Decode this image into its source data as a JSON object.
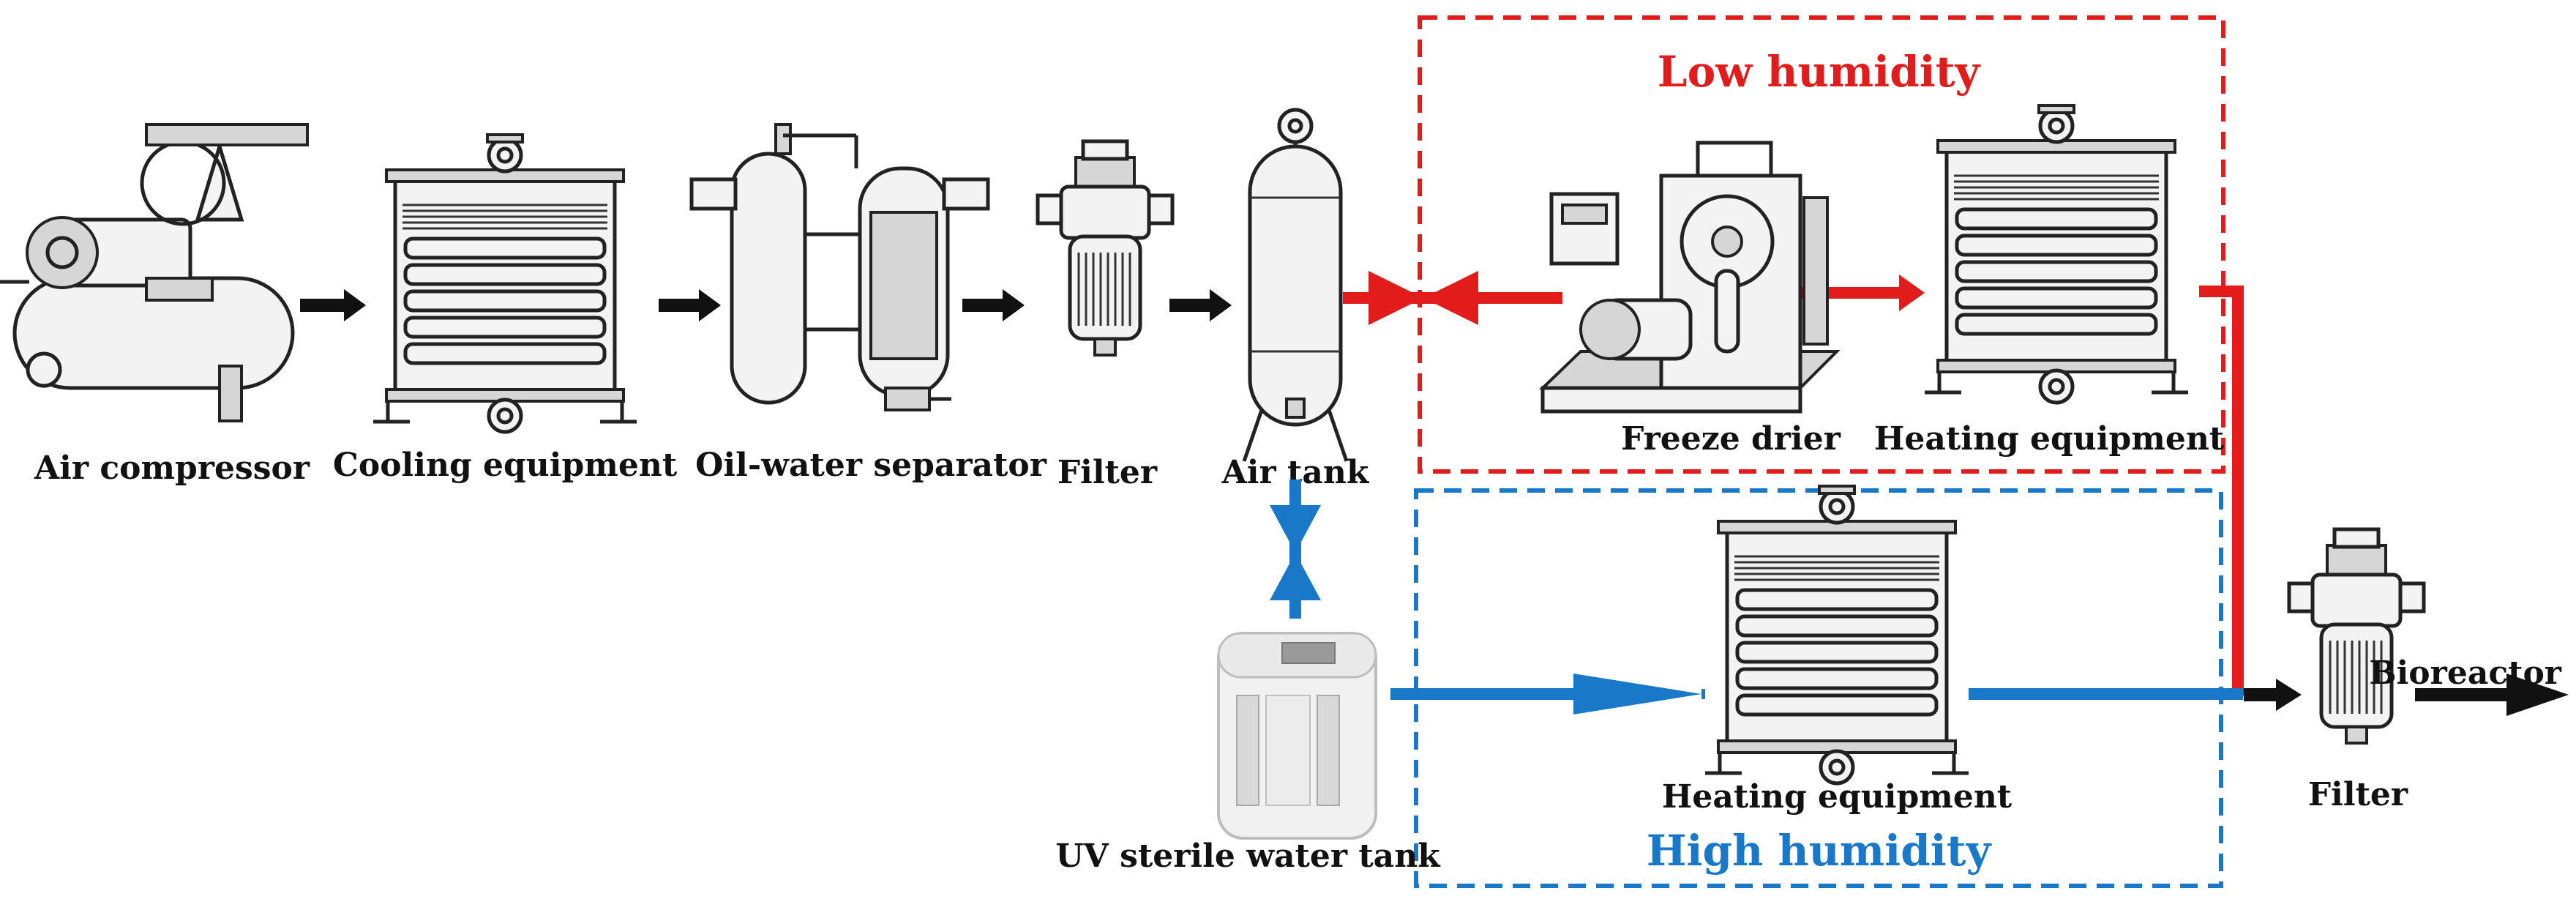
{
  "labels": {
    "air_compressor": "Air compressor",
    "cooling_equipment": "Cooling equipment",
    "oil_water_separator": "Oil-water separator",
    "filter_1": "Filter",
    "air_tank": "Air tank",
    "freeze_drier": "Freeze drier",
    "heating_equipment_low": "Heating equipment",
    "heating_equipment_high": "Heating equipment",
    "uv_sterile_water_tank": "UV sterile water tank",
    "filter_2": "Filter",
    "bioreactor": "Bioreactor"
  },
  "zones": {
    "low_humidity": {
      "title": "Low humidity",
      "color": "#e21b1b"
    },
    "high_humidity": {
      "title": "High humidity",
      "color": "#1a78c8"
    }
  },
  "colors": {
    "main_flow": "#111111",
    "low_path": "#e21b1b",
    "high_path": "#1a78c8"
  }
}
